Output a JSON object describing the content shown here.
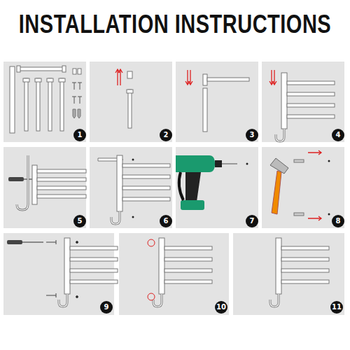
{
  "diagram": {
    "title": "INSTALLATION INSTRUCTIONS",
    "nodes": [
      {
        "text": [
          "1"
        ]
      },
      {
        "text": [
          "2"
        ]
      },
      {
        "text": [
          "3"
        ]
      },
      {
        "text": [
          "4"
        ]
      },
      {
        "text": [
          "5"
        ]
      },
      {
        "text": [
          "6"
        ]
      },
      {
        "text": [
          "7"
        ]
      },
      {
        "text": [
          "8"
        ]
      },
      {
        "text": [
          "9"
        ]
      },
      {
        "text": [
          "10"
        ]
      },
      {
        "text": [
          "11"
        ]
      }
    ]
  }
}
